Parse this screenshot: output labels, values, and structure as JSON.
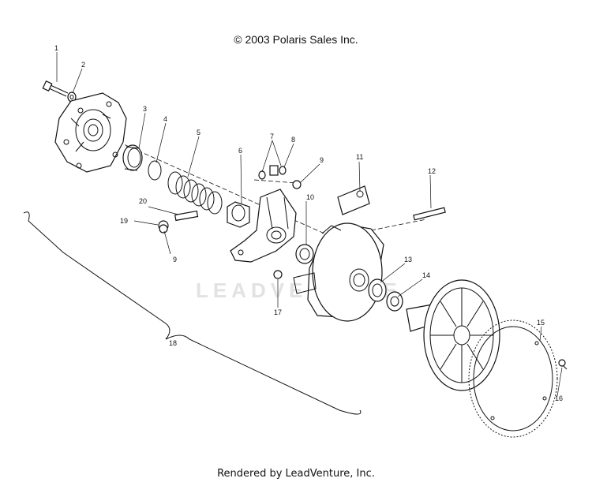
{
  "header": {
    "copyright": "© 2003 Polaris Sales Inc."
  },
  "footer": {
    "rendered_by": "Rendered by LeadVenture, Inc."
  },
  "watermark": {
    "text": "LEADVENTURE"
  },
  "callouts": {
    "c1": "1",
    "c2": "2",
    "c3": "3",
    "c4": "4",
    "c5": "5",
    "c6": "6",
    "c7": "7",
    "c8": "8",
    "c9a": "9",
    "c9b": "9",
    "c10": "10",
    "c11": "11",
    "c12": "12",
    "c13": "13",
    "c14": "14",
    "c15": "15",
    "c16": "16",
    "c17": "17",
    "c18": "18",
    "c19": "19",
    "c20": "20"
  }
}
